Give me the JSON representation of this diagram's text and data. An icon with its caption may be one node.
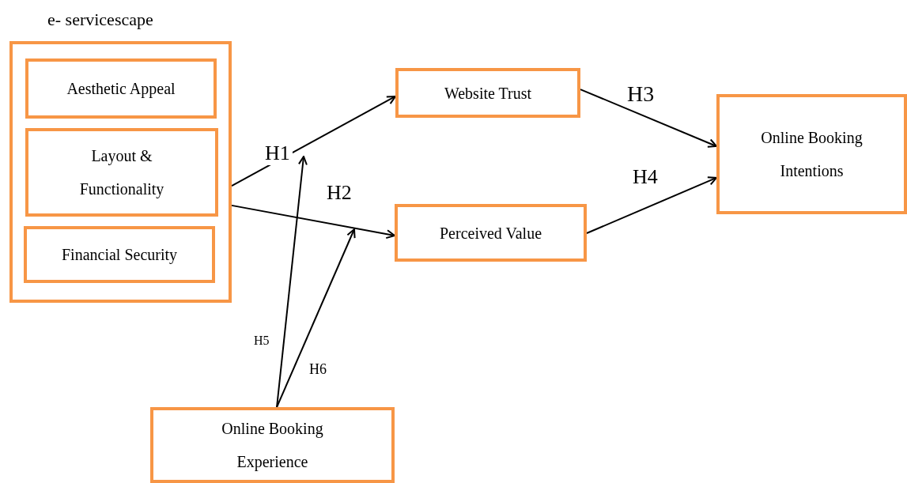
{
  "diagram": {
    "nodes": [
      {
        "text": [
          "e- servicescape"
        ]
      },
      {
        "text": [
          "Aesthetic Appeal"
        ],
        "in": 0
      },
      {
        "text": [
          "Layout & Functionality"
        ],
        "in": 0
      },
      {
        "text": [
          "Financial Security"
        ],
        "in": 0
      },
      {
        "text": [
          "Website Trust"
        ]
      },
      {
        "text": [
          "Perceived Value"
        ]
      },
      {
        "text": [
          "Online Booking Intentions"
        ]
      },
      {
        "text": [
          "Online Booking Experience"
        ]
      }
    ],
    "edges": [
      {
        "from": 0,
        "to": 4,
        "arrow": "to",
        "label": "H1"
      },
      {
        "from": 0,
        "to": 5,
        "arrow": "to",
        "label": "H2"
      },
      {
        "from": 4,
        "to": 6,
        "arrow": "to",
        "label": "H3"
      },
      {
        "from": 5,
        "to": 6,
        "arrow": "to",
        "label": "H4"
      },
      {
        "from": 7,
        "to": null,
        "arrow": "to",
        "label": "H5"
      },
      {
        "from": 7,
        "to": null,
        "arrow": "to",
        "label": "H6"
      }
    ]
  }
}
